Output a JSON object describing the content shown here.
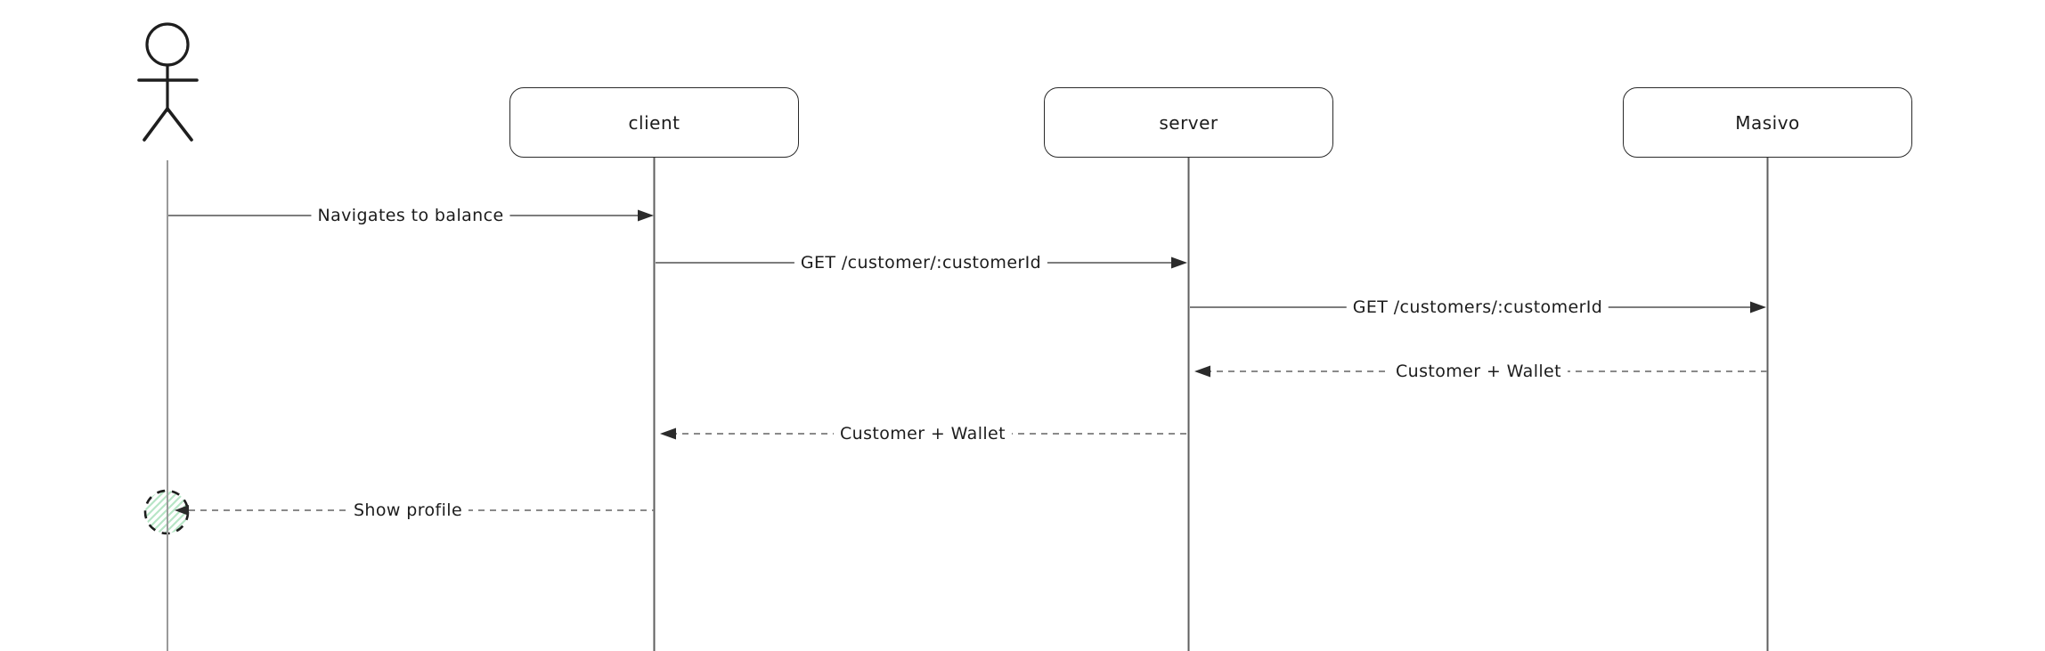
{
  "diagram": {
    "type": "sequence",
    "participants": [
      {
        "id": "user",
        "kind": "actor"
      },
      {
        "id": "client",
        "kind": "box",
        "label": "client"
      },
      {
        "id": "server",
        "kind": "box",
        "label": "server"
      },
      {
        "id": "masivo",
        "kind": "box",
        "label": "Masivo"
      }
    ],
    "messages": [
      {
        "from": "user",
        "to": "client",
        "label": "Navigates to balance",
        "line": "solid",
        "direction": "right"
      },
      {
        "from": "client",
        "to": "server",
        "label": "GET /customer/:customerId",
        "line": "solid",
        "direction": "right"
      },
      {
        "from": "server",
        "to": "masivo",
        "label": "GET /customers/:customerId",
        "line": "solid",
        "direction": "right"
      },
      {
        "from": "masivo",
        "to": "server",
        "label": "Customer + Wallet",
        "line": "dashed",
        "direction": "left"
      },
      {
        "from": "server",
        "to": "client",
        "label": "Customer + Wallet",
        "line": "dashed",
        "direction": "left"
      },
      {
        "from": "client",
        "to": "user",
        "label": "Show profile",
        "line": "dashed",
        "direction": "left"
      }
    ],
    "colors": {
      "background": "#ffffff",
      "stroke": "#1e1e1e",
      "arrow_line": "#7d7d7d",
      "arrowhead": "#2b2b2b",
      "lifeline": "#5f5f5f",
      "actor_lifeline": "#9a9a9a",
      "highlight_hatch_green": "#b7e5c6"
    }
  }
}
